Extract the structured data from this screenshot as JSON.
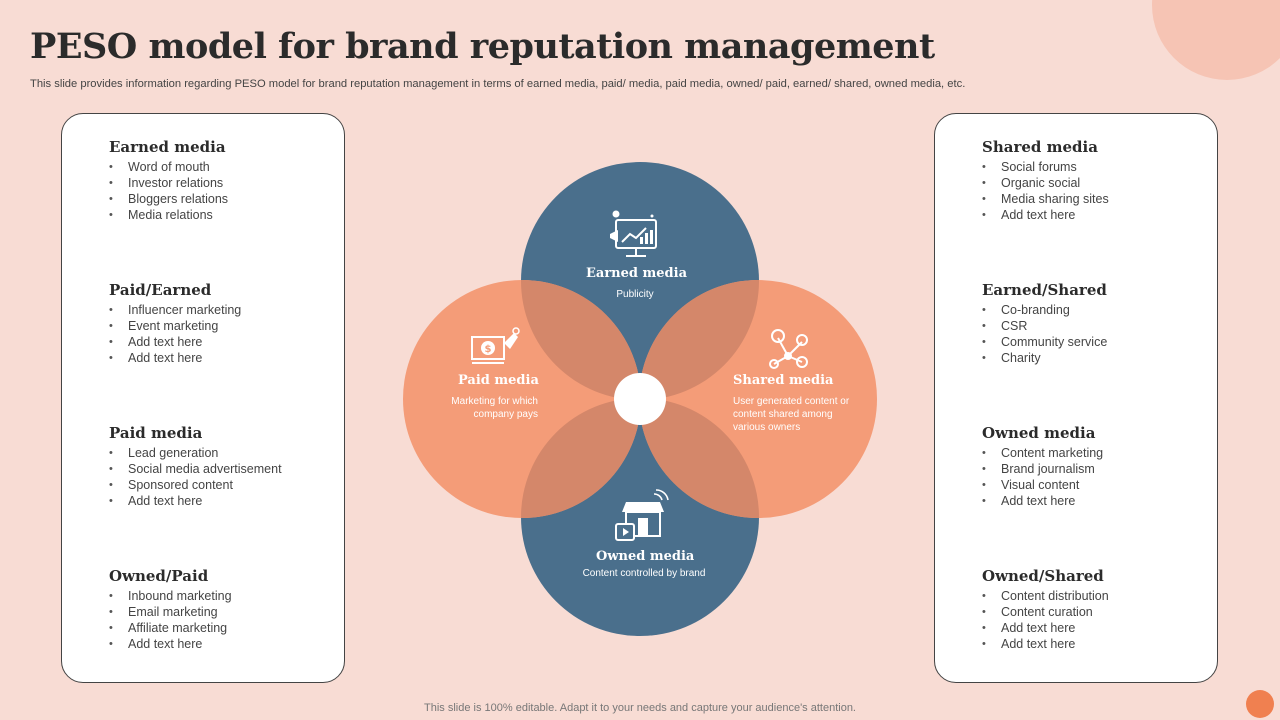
{
  "header": {
    "title": "PESO model for brand reputation management",
    "subtitle": "This slide provides information regarding PESO model for brand reputation management in terms of earned media, paid/ media, paid media, owned/ paid, earned/ shared, owned media, etc."
  },
  "left_panel": {
    "groups": [
      {
        "title": "Earned media",
        "items": [
          "Word of mouth",
          "Investor  relations",
          "Bloggers relations",
          "Media relations"
        ]
      },
      {
        "title": "Paid/Earned",
        "items": [
          "Influencer  marketing",
          "Event  marketing",
          "Add text here",
          "Add text here"
        ]
      },
      {
        "title": "Paid media",
        "items": [
          "Lead generation",
          "Social media advertisement",
          "Sponsored  content",
          "Add text here"
        ]
      },
      {
        "title": "Owned/Paid",
        "items": [
          "Inbound  marketing",
          "Email marketing",
          "Affiliate  marketing",
          "Add text here"
        ]
      }
    ]
  },
  "right_panel": {
    "groups": [
      {
        "title": "Shared media",
        "items": [
          "Social forums",
          "Organic social",
          "Media sharing sites",
          "Add text here"
        ]
      },
      {
        "title": "Earned/Shared",
        "items": [
          "Co-branding",
          "CSR",
          "Community service",
          "Charity"
        ]
      },
      {
        "title": "Owned media",
        "items": [
          "Content marketing",
          "Brand journalism",
          "Visual content",
          "Add text here"
        ]
      },
      {
        "title": "Owned/Shared",
        "items": [
          "Content distribution",
          "Content  curation",
          "Add text here",
          "Add text here"
        ]
      }
    ]
  },
  "venn": {
    "earned": {
      "title": "Earned media",
      "desc": "Publicity"
    },
    "paid": {
      "title": "Paid media",
      "desc": "Marketing  for which company pays"
    },
    "shared": {
      "title": "Shared media",
      "desc": "User generated content or content shared among various owners"
    },
    "owned": {
      "title": "Owned media",
      "desc": "Content  controlled by brand"
    }
  },
  "colors": {
    "background": "#f8dcd4",
    "blue": "#4a6f8c",
    "orange": "#f49c78",
    "overlap": "#d4876a"
  },
  "footer": {
    "note": "This slide is 100% editable. Adapt it to your needs and capture your audience's attention."
  }
}
